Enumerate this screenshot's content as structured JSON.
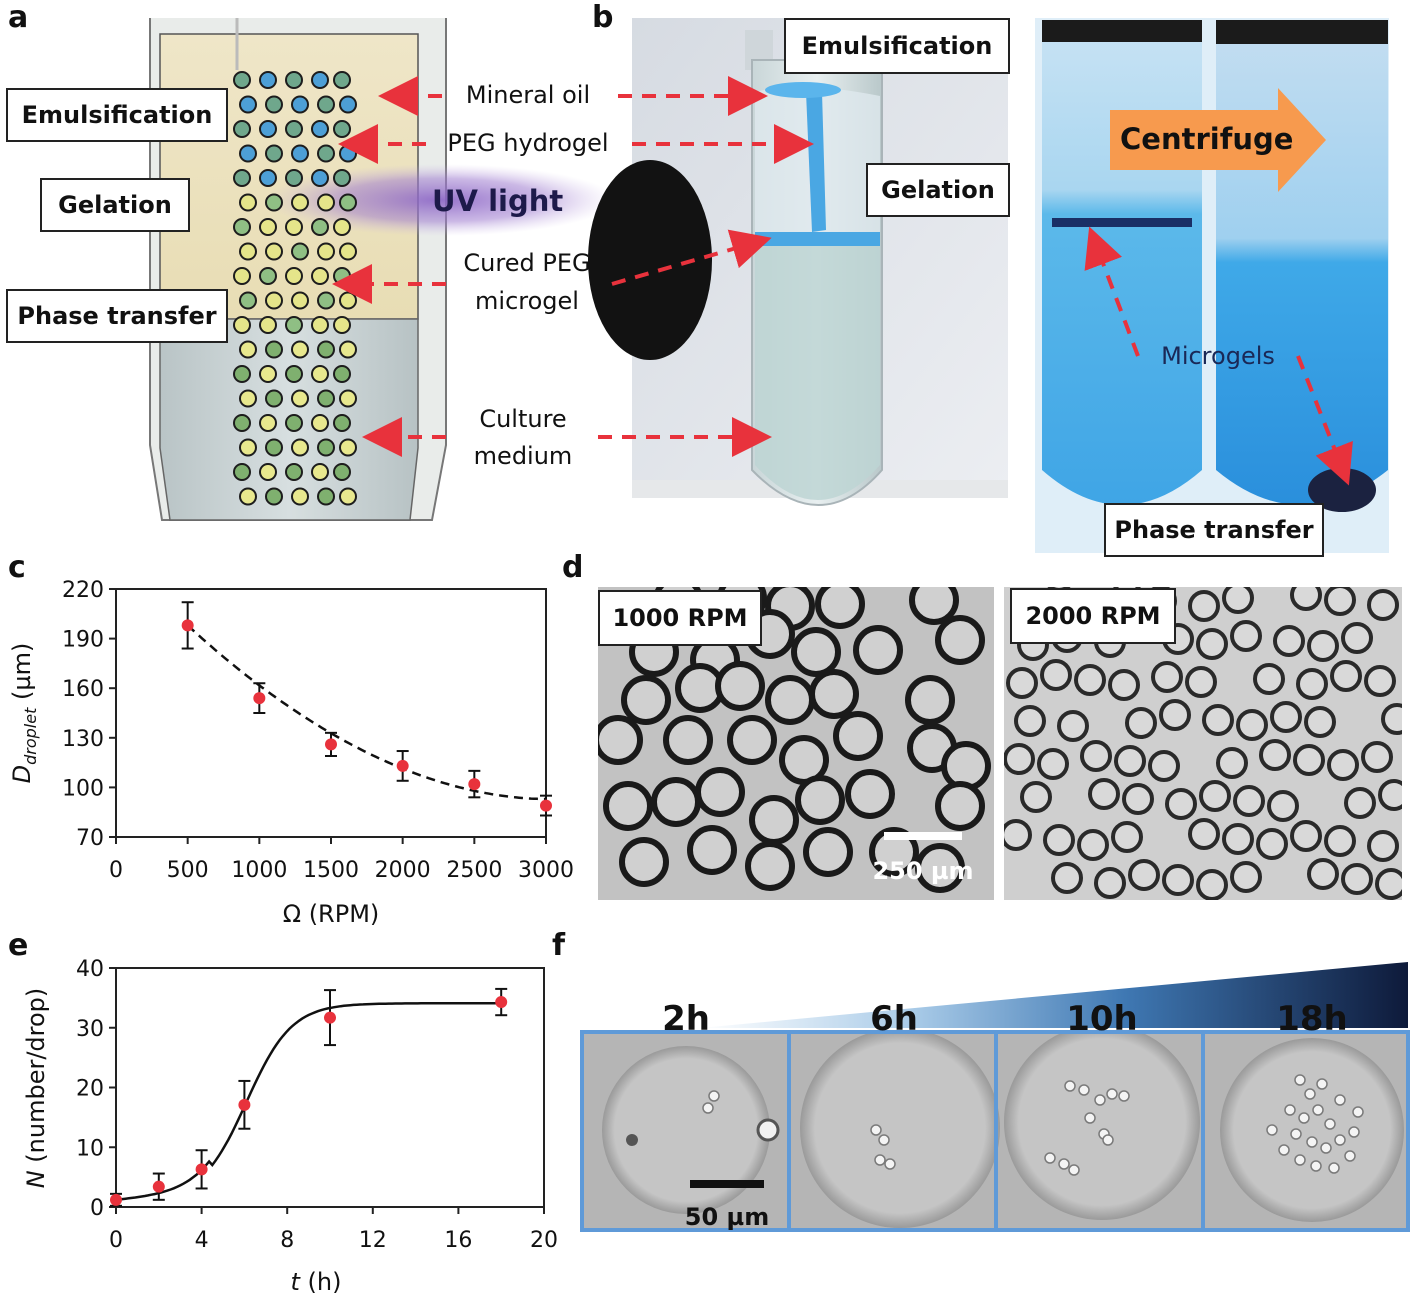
{
  "panels": {
    "a": {
      "letter": "a",
      "box_labels": [
        "Emulsification",
        "Gelation",
        "Phase transfer"
      ],
      "annotations": [
        "Mineral oil",
        "PEG hydrogel",
        "UV light",
        "Cured PEG",
        "microgel",
        "Culture",
        "medium"
      ]
    },
    "b": {
      "letter": "b",
      "box_labels": [
        "Emulsification",
        "Gelation",
        "Phase transfer"
      ],
      "centrifuge": "Centrifuge",
      "microgels": "Microgels"
    },
    "c": {
      "letter": "c"
    },
    "d": {
      "letter": "d",
      "left_label": "1000 RPM",
      "right_label": "2000 RPM",
      "scale_bar": "250 µm"
    },
    "e": {
      "letter": "e"
    },
    "f": {
      "letter": "f",
      "times": [
        "2h",
        "6h",
        "10h",
        "18h"
      ],
      "scale_bar": "50 µm"
    }
  },
  "chart_data": [
    {
      "panel": "c",
      "type": "scatter",
      "x": [
        500,
        1000,
        1500,
        2000,
        2500,
        3000
      ],
      "y": [
        198,
        154,
        126,
        113,
        102,
        89
      ],
      "error": [
        14,
        9,
        7,
        9,
        8,
        6
      ],
      "fit": "dashed",
      "xlabel": "Ω (RPM)",
      "ylabel_main": "D",
      "ylabel_sub": "droplet",
      "ylabel_unit": " (µm)",
      "xlim": [
        0,
        3000
      ],
      "ylim": [
        70,
        220
      ],
      "xticks": [
        0,
        500,
        1000,
        1500,
        2000,
        2500,
        3000
      ],
      "yticks": [
        70,
        100,
        130,
        160,
        190,
        220
      ],
      "marker_color": "#e8323c"
    },
    {
      "panel": "e",
      "type": "line",
      "x": [
        0,
        2,
        4,
        6,
        10,
        18
      ],
      "y": [
        1.2,
        3.4,
        6.3,
        17.1,
        31.7,
        34.3
      ],
      "error": [
        1.0,
        2.2,
        3.2,
        4.0,
        4.6,
        2.2
      ],
      "fit": "solid",
      "xlabel_var": "t",
      "xlabel_unit": " (h)",
      "ylabel_var": "N",
      "ylabel_unit": " (number/drop)",
      "xlim": [
        0,
        20
      ],
      "ylim": [
        0,
        40
      ],
      "xticks": [
        0,
        4,
        8,
        12,
        16,
        20
      ],
      "yticks": [
        0,
        10,
        20,
        30,
        40
      ],
      "marker_color": "#e8323c"
    }
  ],
  "colors": {
    "arrow_red": "#e8323c",
    "centrifuge_orange": "#f79a4e",
    "uv_purple": "#8a63c5",
    "frame_blue": "#5f9ad8",
    "gradient_dark": "#101838"
  }
}
